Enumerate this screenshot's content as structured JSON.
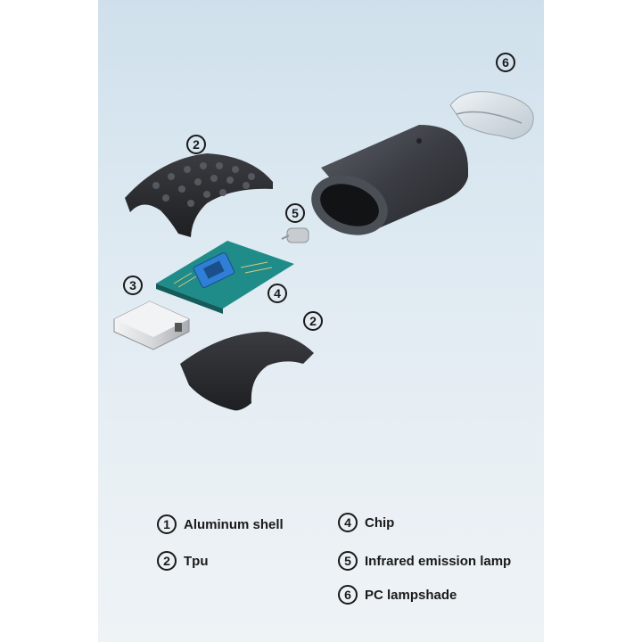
{
  "callouts": {
    "shell": "6",
    "tpu_top": "2",
    "lamp": "5",
    "board": "3",
    "chip": "4",
    "tpu_bottom": "2"
  },
  "legend": [
    {
      "num": "1",
      "label": "Aluminum shell"
    },
    {
      "num": "2",
      "label": "Tpu"
    },
    {
      "num": "4",
      "label": "Chip"
    },
    {
      "num": "5",
      "label": "Infrared emission lamp"
    },
    {
      "num": "6",
      "label": "PC lampshade"
    }
  ],
  "colors": {
    "background": "#dde9f1",
    "shell": "#3c3f45",
    "tpu": "#2a2c30",
    "pcb": "#1f8c8a",
    "chip": "#2f7fd6"
  }
}
